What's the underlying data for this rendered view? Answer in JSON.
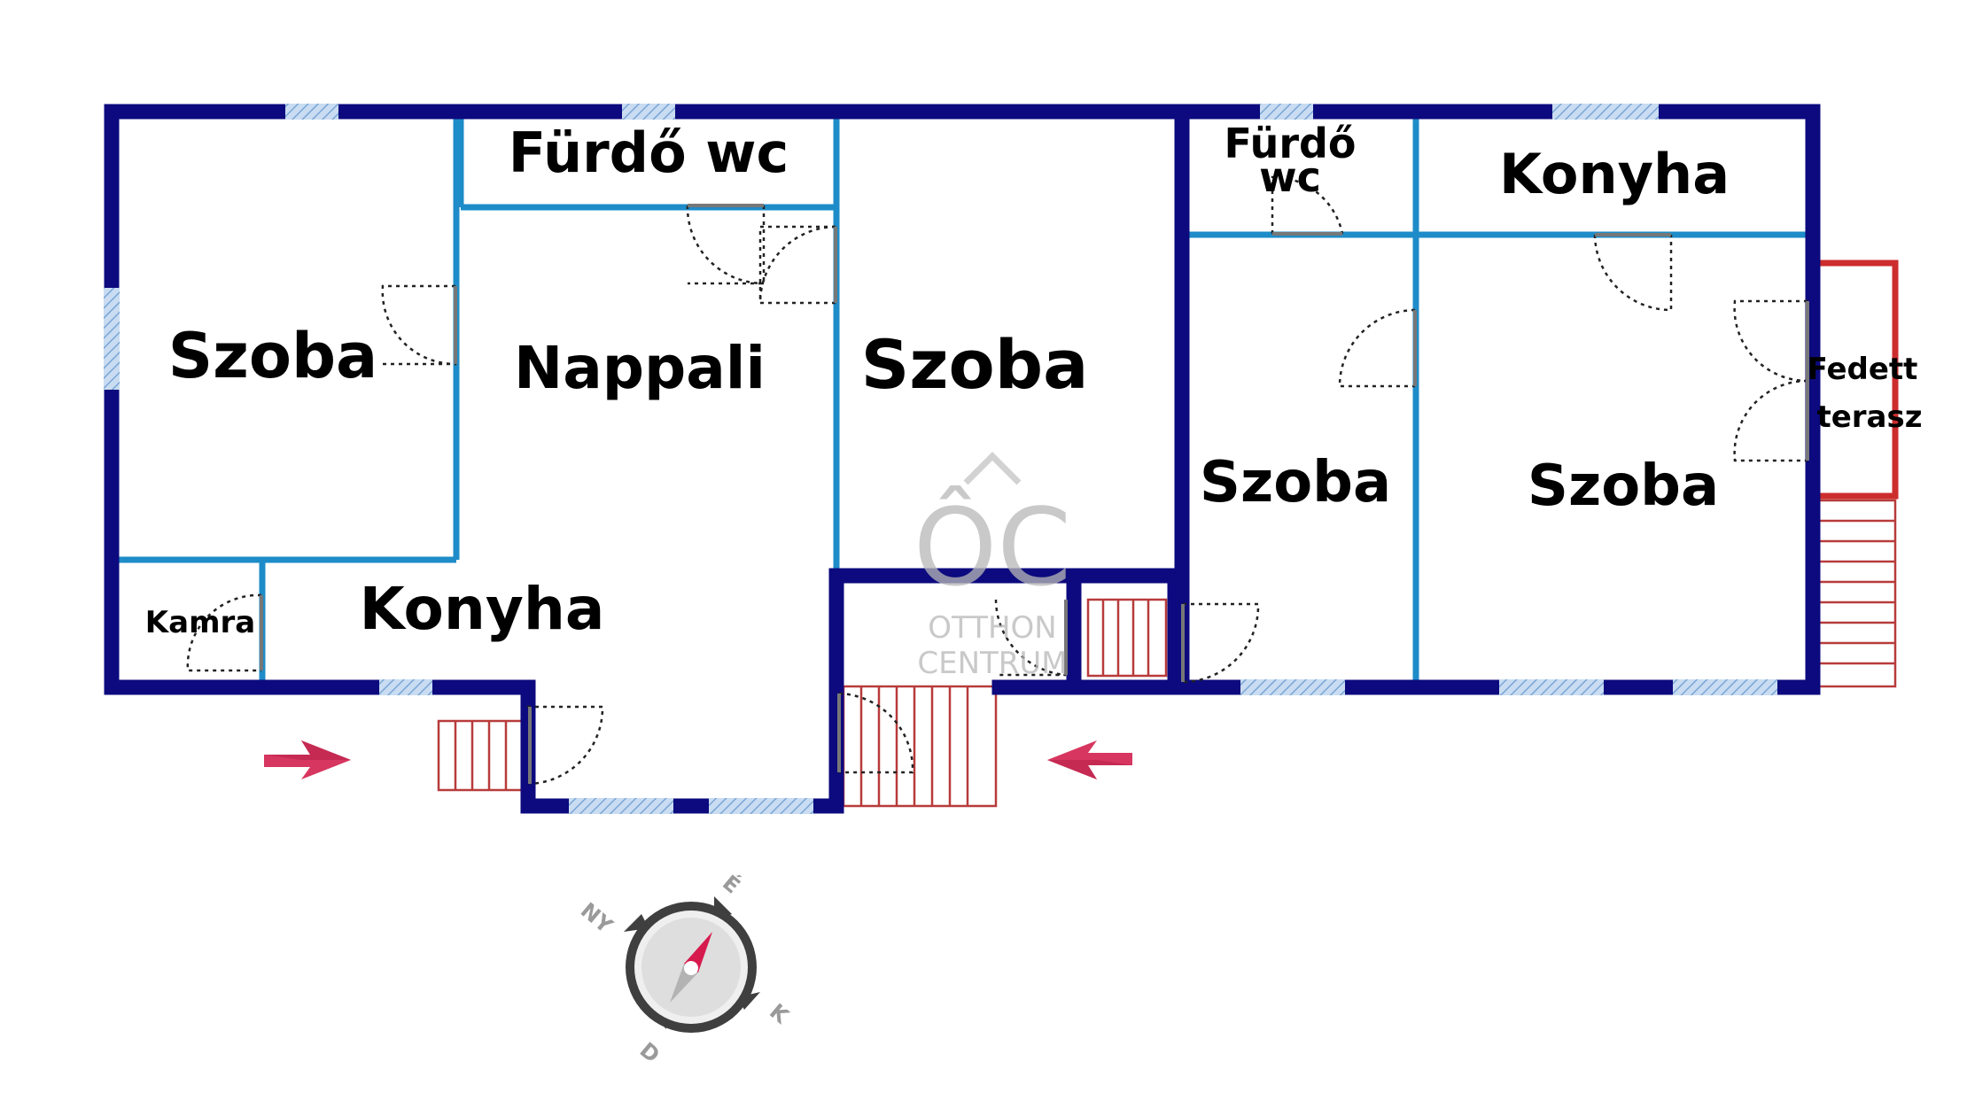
{
  "rooms": {
    "szoba_left": "Szoba",
    "furdo_wc_1": "Fürdő wc",
    "nappali": "Nappali",
    "szoba_mid": "Szoba",
    "kamra": "Kamra",
    "konyha_left": "Konyha",
    "furdo_wc_2_line1": "Fürdő",
    "furdo_wc_2_line2": "wc",
    "konyha_right": "Konyha",
    "szoba_right1": "Szoba",
    "szoba_right2": "Szoba",
    "fedett_line1": "Fedett",
    "fedett_line2": "terasz"
  },
  "watermark": {
    "logo": "ÔC",
    "line1": "OTTHON",
    "line2": "CENTRUM"
  },
  "compass": {
    "north": "É",
    "east": "K",
    "south": "D",
    "west": "NY"
  },
  "colors": {
    "outer_wall": "#0c0a7e",
    "inner_wall": "#1e8cc8",
    "window": "#a9c7e8",
    "stairs": "#b83b3b",
    "terrace": "#cc2d2d",
    "arrow": "#d6365f"
  }
}
